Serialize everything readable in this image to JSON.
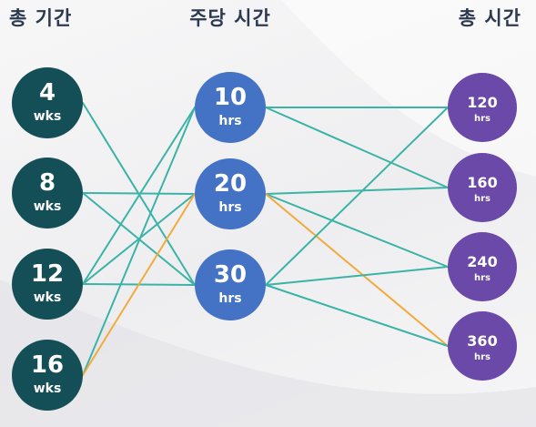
{
  "headers": {
    "total_period": "총 기간",
    "weekly_hours": "주당 시간",
    "total_hours": "총 시간"
  },
  "colors": {
    "teal_node": "#144f57",
    "blue_node": "#4472c4",
    "purple_node": "#6a49a8",
    "teal_line": "#3bb3a6",
    "orange_line": "#f2aa3c"
  },
  "left_nodes": [
    {
      "value": "4",
      "unit": "wks"
    },
    {
      "value": "8",
      "unit": "wks"
    },
    {
      "value": "12",
      "unit": "wks"
    },
    {
      "value": "16",
      "unit": "wks"
    }
  ],
  "mid_nodes": [
    {
      "value": "10",
      "unit": "hrs"
    },
    {
      "value": "20",
      "unit": "hrs"
    },
    {
      "value": "30",
      "unit": "hrs"
    }
  ],
  "right_nodes": [
    {
      "value": "120",
      "unit": "hrs"
    },
    {
      "value": "160",
      "unit": "hrs"
    },
    {
      "value": "240",
      "unit": "hrs"
    },
    {
      "value": "360",
      "unit": "hrs"
    }
  ],
  "edges": [
    {
      "from": "left-4",
      "to": "mid-30",
      "style": "teal"
    },
    {
      "from": "left-8",
      "to": "mid-20",
      "style": "teal"
    },
    {
      "from": "left-8",
      "to": "mid-30",
      "style": "teal"
    },
    {
      "from": "left-12",
      "to": "mid-10",
      "style": "teal"
    },
    {
      "from": "left-12",
      "to": "mid-20",
      "style": "teal"
    },
    {
      "from": "left-12",
      "to": "mid-30",
      "style": "teal"
    },
    {
      "from": "left-16",
      "to": "mid-10",
      "style": "teal"
    },
    {
      "from": "left-16",
      "to": "mid-20",
      "style": "orange"
    },
    {
      "from": "mid-10",
      "to": "right-120",
      "style": "teal"
    },
    {
      "from": "mid-10",
      "to": "right-160",
      "style": "teal"
    },
    {
      "from": "mid-20",
      "to": "right-160",
      "style": "teal"
    },
    {
      "from": "mid-20",
      "to": "right-240",
      "style": "teal"
    },
    {
      "from": "mid-20",
      "to": "right-360",
      "style": "orange"
    },
    {
      "from": "mid-30",
      "to": "right-120",
      "style": "teal"
    },
    {
      "from": "mid-30",
      "to": "right-240",
      "style": "teal"
    },
    {
      "from": "mid-30",
      "to": "right-360",
      "style": "teal"
    }
  ]
}
